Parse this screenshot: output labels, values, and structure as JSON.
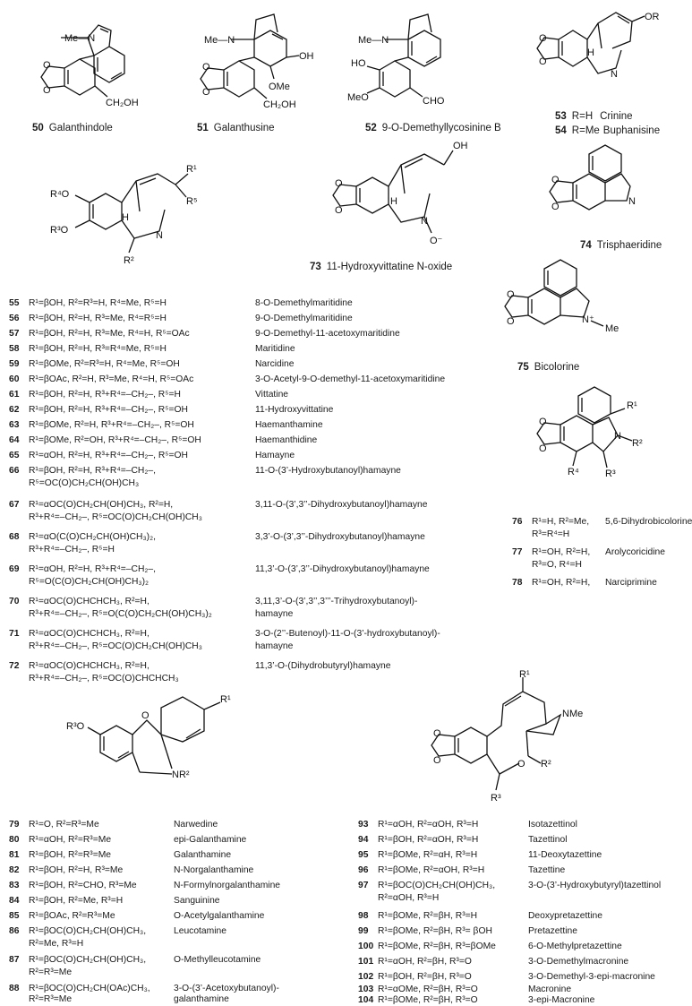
{
  "top": [
    {
      "id": "50",
      "name": "Galanthindole"
    },
    {
      "id": "51",
      "name": "Galanthusine"
    },
    {
      "id": "52",
      "name": "9-O-Demethyllycosinine B"
    }
  ],
  "crinine": [
    {
      "id": "53",
      "sub": "R=H",
      "name": "Crinine"
    },
    {
      "id": "54",
      "sub": "R=Me",
      "name": "Buphanisine"
    }
  ],
  "atoms": {
    "methyl_n": "Me—N",
    "ch2oh": "CH₂OH",
    "ome": "OMe",
    "oh": "OH",
    "ho": "HO",
    "meo": "MeO",
    "cho": "CHO",
    "or": "OR",
    "h": "H",
    "n": "N",
    "o": "O",
    "r1": "R¹",
    "r2": "R²",
    "r3": "R³",
    "r4": "R⁴",
    "r5": "R⁵",
    "r4o": "R⁴O",
    "r3o": "R³O",
    "o_minus": "O⁻",
    "n_plus": "N⁺",
    "me": "Me",
    "nr2": "NR²",
    "nme": "NMe"
  },
  "oxide": {
    "id": "73",
    "name": "11-Hydroxyvittatine N-oxide"
  },
  "trisph": {
    "id": "74",
    "name": "Trisphaeridine"
  },
  "bicol": {
    "id": "75",
    "name": "Bicolorine"
  },
  "mid": [
    {
      "id": "55",
      "sub": "R¹=βOH, R²=R³=H, R⁴=Me, R⁵=H",
      "name": "8-O-Demethylmaritidine"
    },
    {
      "id": "56",
      "sub": "R¹=βOH, R²=H, R³=Me, R⁴=R⁵=H",
      "name": "9-O-Demethylmaritidine"
    },
    {
      "id": "57",
      "sub": "R¹=βOH, R²=H, R³=Me, R⁴=H, R⁵=OAc",
      "name": "9-O-Demethyl-11-acetoxymaritidine"
    },
    {
      "id": "58",
      "sub": "R¹=βOH, R²=H, R³=R⁴=Me, R⁵=H",
      "name": "Maritidine"
    },
    {
      "id": "59",
      "sub": "R¹=βOMe, R²=R³=H, R⁴=Me, R⁵=OH",
      "name": "Narcidine"
    },
    {
      "id": "60",
      "sub": "R¹=βOAc, R²=H, R³=Me, R⁴=H, R⁵=OAc",
      "name": "3-O-Acetyl-9-O-demethyl-11-acetoxymaritidine"
    },
    {
      "id": "61",
      "sub": "R¹=βOH, R²=H, R³+R⁴=–CH₂–, R⁵=H",
      "name": "Vittatine"
    },
    {
      "id": "62",
      "sub": "R¹=βOH, R²=H, R³+R⁴=–CH₂–, R⁵=OH",
      "name": "11-Hydroxyvittatine"
    },
    {
      "id": "63",
      "sub": "R¹=βOMe, R²=H, R³+R⁴=–CH₂–, R⁵=OH",
      "name": "Haemanthamine"
    },
    {
      "id": "64",
      "sub": "R¹=βOMe, R²=OH, R³+R⁴=–CH₂–, R⁵=OH",
      "name": "Haemanthidine"
    },
    {
      "id": "65",
      "sub": "R¹=αOH, R²=H, R³+R⁴=–CH₂–, R⁵=OH",
      "name": "Hamayne"
    },
    {
      "id": "66",
      "sub": "R¹=βOH, R²=H, R³+R⁴=–CH₂–,",
      "sub2": "R⁵=OC(O)CH₂CH(OH)CH₃",
      "name": "11-O-(3’-Hydroxybutanoyl)hamayne"
    },
    {
      "id": "67",
      "sub": "R¹=αOC(O)CH₂CH(OH)CH₃, R²=H,",
      "sub2": "R³+R⁴=–CH₂–, R⁵=OC(O)CH₂CH(OH)CH₃",
      "name": "3,11-O-(3’,3’’-Dihydroxybutanoyl)hamayne"
    },
    {
      "id": "68",
      "sub": "R¹=αO(C(O)CH₂CH(OH)CH₃)₂,",
      "sub2": "R³+R⁴=–CH₂–, R⁵=H",
      "name": "3,3’-O-(3’,3’’-Dihydroxybutanoyl)hamayne"
    },
    {
      "id": "69",
      "sub": "R¹=αOH, R²=H, R³+R⁴=–CH₂–,",
      "sub2": "R⁵=O(C(O)CH₂CH(OH)CH₃)₂",
      "name": "11,3’-O-(3’,3’’-Dihydroxybutanoyl)hamayne"
    },
    {
      "id": "70",
      "sub": "R¹=αOC(O)CHCHCH₃, R²=H,",
      "sub2": "R³+R⁴=–CH₂–, R⁵=O(C(O)CH₂CH(OH)CH₃)₂",
      "name": "3,11,3’-O-(3’,3’’,3’’’-Trihydroxybutanoyl)-",
      "name2": "hamayne"
    },
    {
      "id": "71",
      "sub": "R¹=αOC(O)CHCHCH₃, R²=H,",
      "sub2": "R³+R⁴=–CH₂–, R⁵=OC(O)CH₂CH(OH)CH₃",
      "name": "3-O-(2’’-Butenoyl)-11-O-(3’-hydroxybutanoyl)-",
      "name2": "hamayne"
    },
    {
      "id": "72",
      "sub": "R¹=αOC(O)CHCHCH₃, R²=H,",
      "sub2": "R³+R⁴=–CH₂–, R⁵=OC(O)CHCHCH₃",
      "name": "11,3’-O-(Dihydrobutyryl)hamayne"
    }
  ],
  "phen": [
    {
      "id": "76",
      "sub": "R¹=H, R²=Me,",
      "sub2": "R³=R⁴=H",
      "name": "5,6-Dihydrobicolorine"
    },
    {
      "id": "77",
      "sub": "R¹=OH, R²=H,",
      "sub2": "R³=O, R⁴=H",
      "name": "Arolycoricidine"
    },
    {
      "id": "78",
      "sub": "R¹=OH, R²=H,",
      "name": "Narciprimine"
    }
  ],
  "gal": [
    {
      "id": "79",
      "sub": "R¹=O, R²=R³=Me",
      "name": "Narwedine"
    },
    {
      "id": "80",
      "sub": "R¹=αOH, R²=R³=Me",
      "name": "epi-Galanthamine"
    },
    {
      "id": "81",
      "sub": "R¹=βOH, R²=R³=Me",
      "name": "Galanthamine"
    },
    {
      "id": "82",
      "sub": "R¹=βOH, R²=H, R³=Me",
      "name": "N-Norgalanthamine"
    },
    {
      "id": "83",
      "sub": "R¹=βOH, R²=CHO, R³=Me",
      "name": "N-Formylnorgalanthamine"
    },
    {
      "id": "84",
      "sub": "R¹=βOH, R²=Me, R³=H",
      "name": "Sanguinine"
    },
    {
      "id": "85",
      "sub": "R¹=βOAc, R²=R³=Me",
      "name": "O-Acetylgalanthamine"
    },
    {
      "id": "86",
      "sub": "R¹=βOC(O)CH₂CH(OH)CH₃,",
      "sub2": "R²=Me, R³=H",
      "name": "Leucotamine"
    },
    {
      "id": "87",
      "sub": "R¹=βOC(O)CH₂CH(OH)CH₃,",
      "sub2": "R²=R³=Me",
      "name": "O-Methylleucotamine"
    },
    {
      "id": "88",
      "sub": "R¹=βOC(O)CH₂CH(OAc)CH₃,",
      "sub2": "R²=R³=Me",
      "name": "3-O-(3’-Acetoxybutanoyl)-",
      "name2": "galanthamine"
    }
  ],
  "taz": [
    {
      "id": "93",
      "sub": "R¹=αOH, R²=αOH, R³=H",
      "name": "Isotazettinol"
    },
    {
      "id": "94",
      "sub": "R¹=βOH, R²=αOH, R³=H",
      "name": "Tazettinol"
    },
    {
      "id": "95",
      "sub": "R¹=βOMe, R²=αH, R³=H",
      "name": "11-Deoxytazettine"
    },
    {
      "id": "96",
      "sub": "R¹=βOMe, R²=αOH, R³=H",
      "name": "Tazettine"
    },
    {
      "id": "97",
      "sub": "R¹=βOC(O)CH₂CH(OH)CH₃,",
      "sub2": "R²=αOH, R³=H",
      "name": "3-O-(3’-Hydroxybutyryl)tazettinol"
    },
    {
      "id": "98",
      "sub": "R¹=βOMe, R²=βH, R³=H",
      "name": "Deoxypretazettine"
    },
    {
      "id": "99",
      "sub": "R¹=βOMe, R²=βH, R³= βOH",
      "name": "Pretazettine"
    },
    {
      "id": "100",
      "sub": "R¹=βOMe, R²=βH, R³=βOMe",
      "name": "6-O-Methylpretazettine"
    },
    {
      "id": "101",
      "sub": "R¹=αOH, R²=βH, R³=O",
      "name": "3-O-Demethylmacronine"
    },
    {
      "id": "102",
      "sub": "R¹=βOH, R²=βH, R³=O",
      "name": "3-O-Demethyl-3-epi-macronine"
    },
    {
      "id": "103",
      "sub": "R¹=αOMe, R²=βH, R³=O",
      "name": "Macronine"
    },
    {
      "id": "104",
      "sub": "R¹=βOMe, R²=βH, R³=O",
      "name": "3-epi-Macronine"
    }
  ]
}
